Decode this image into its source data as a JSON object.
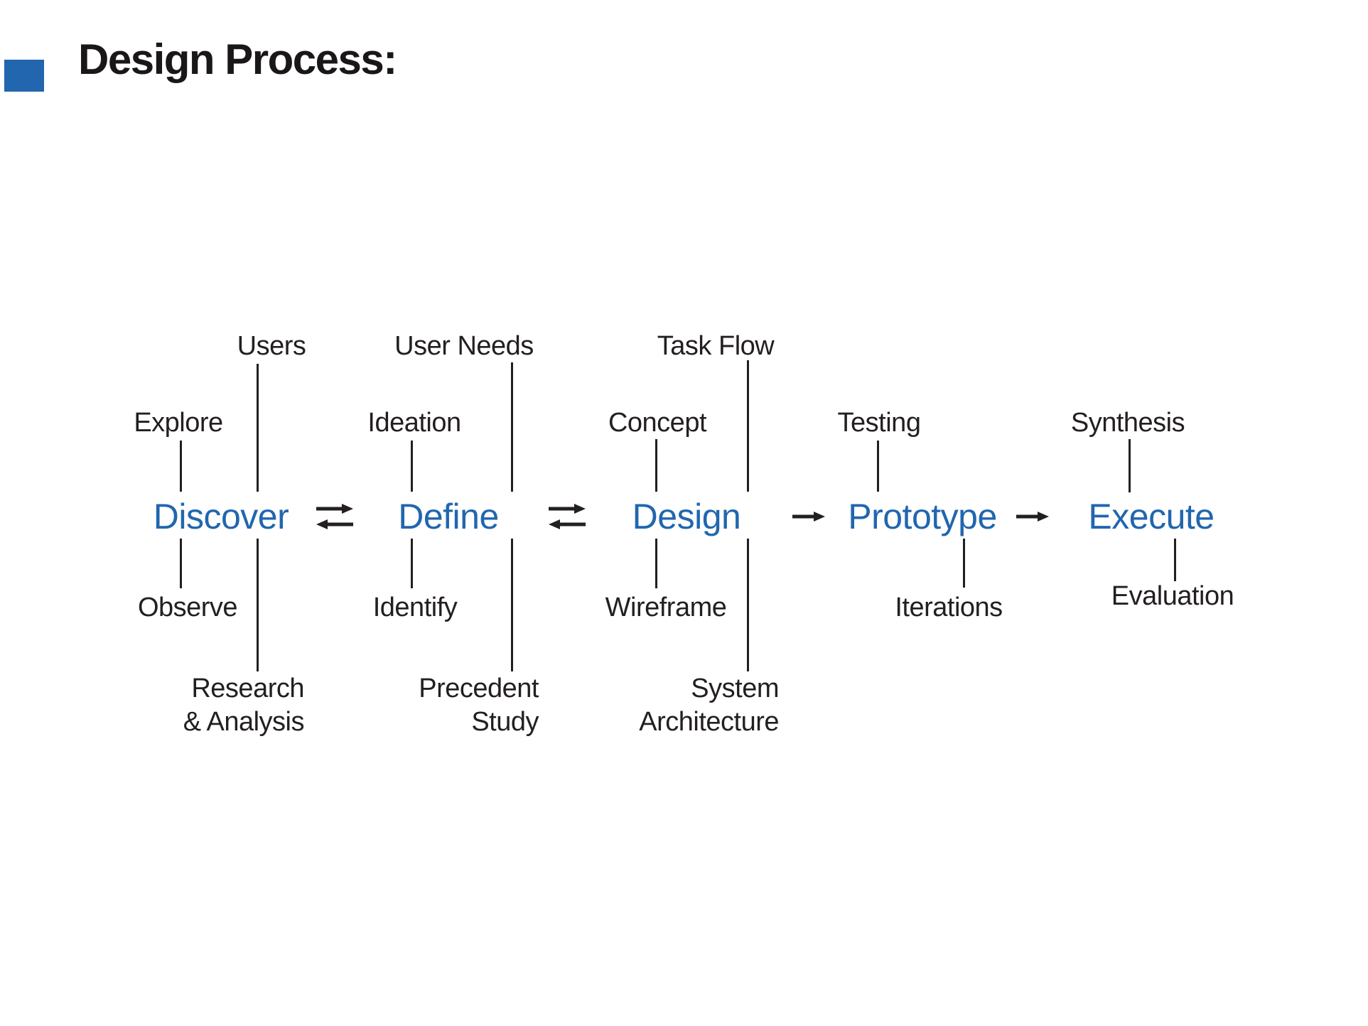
{
  "title": "Design Process:",
  "colors": {
    "accent": "#2166AF",
    "ink": "#231F20",
    "background": "#FFFFFF"
  },
  "stages": [
    {
      "name": "Discover",
      "above_outer": "Users",
      "above_inner": "Explore",
      "below_inner": "Observe",
      "below_outer_line1": "Research",
      "below_outer_line2": "& Analysis"
    },
    {
      "name": "Define",
      "above_outer": "User Needs",
      "above_inner": "Ideation",
      "below_inner": "Identify",
      "below_outer_line1": "Precedent",
      "below_outer_line2": "Study"
    },
    {
      "name": "Design",
      "above_outer": "Task Flow",
      "above_inner": "Concept",
      "below_inner": "Wireframe",
      "below_outer_line1": "System",
      "below_outer_line2": "Architecture"
    },
    {
      "name": "Prototype",
      "above_inner": "Testing",
      "below_inner": "Iterations"
    },
    {
      "name": "Execute",
      "above_inner": "Synthesis",
      "below_inner": "Evaluation"
    }
  ],
  "connections": [
    {
      "from": "Discover",
      "to": "Define",
      "type": "bidirectional"
    },
    {
      "from": "Define",
      "to": "Design",
      "type": "bidirectional"
    },
    {
      "from": "Design",
      "to": "Prototype",
      "type": "forward"
    },
    {
      "from": "Prototype",
      "to": "Execute",
      "type": "forward"
    }
  ]
}
